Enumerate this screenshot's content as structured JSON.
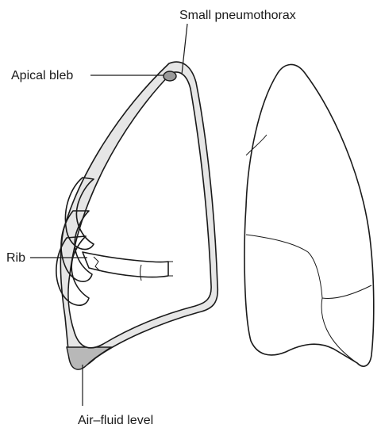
{
  "labels": {
    "small_pneumothorax": "Small pneumothorax",
    "apical_bleb": "Apical bleb",
    "rib": "Rib",
    "air_fluid_level": "Air–fluid level"
  },
  "colors": {
    "pleural_space": "#e6e6e6",
    "fluid": "#b8b8b8",
    "bleb": "#9a9a9a",
    "outline": "#1a1a1a"
  }
}
